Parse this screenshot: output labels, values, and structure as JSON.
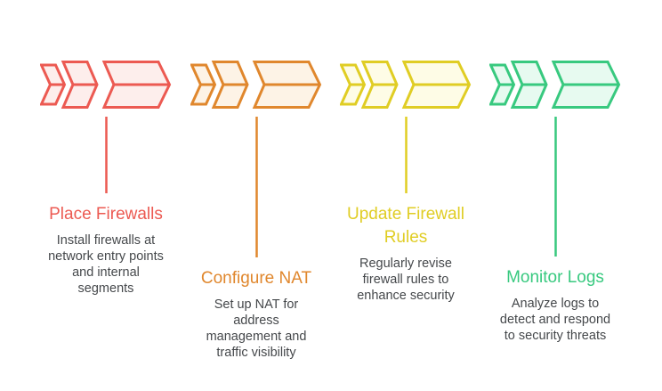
{
  "diagram": {
    "background": "#ffffff",
    "text_color": "#45484b",
    "icon": "triple-chevron-right-arrows",
    "steps": [
      {
        "title": "Place Firewalls",
        "description": "Install firewalls at\nnetwork entry points\nand internal\nsegments",
        "accent_color": "#ec5a52",
        "fill_color": "#fdeeec",
        "connector": "short"
      },
      {
        "title": "Configure NAT",
        "description": "Set up NAT for\naddress\nmanagement and\ntraffic visibility",
        "accent_color": "#e0872d",
        "fill_color": "#fdf3e6",
        "connector": "long"
      },
      {
        "title": "Update Firewall\nRules",
        "description": "Regularly revise\nfirewall rules to\nenhance security",
        "accent_color": "#e0cd24",
        "fill_color": "#fefce6",
        "connector": "short"
      },
      {
        "title": "Monitor Logs",
        "description": "Analyze logs to\ndetect and respond\nto security threats",
        "accent_color": "#38c97f",
        "fill_color": "#e7faf0",
        "connector": "long"
      }
    ]
  }
}
